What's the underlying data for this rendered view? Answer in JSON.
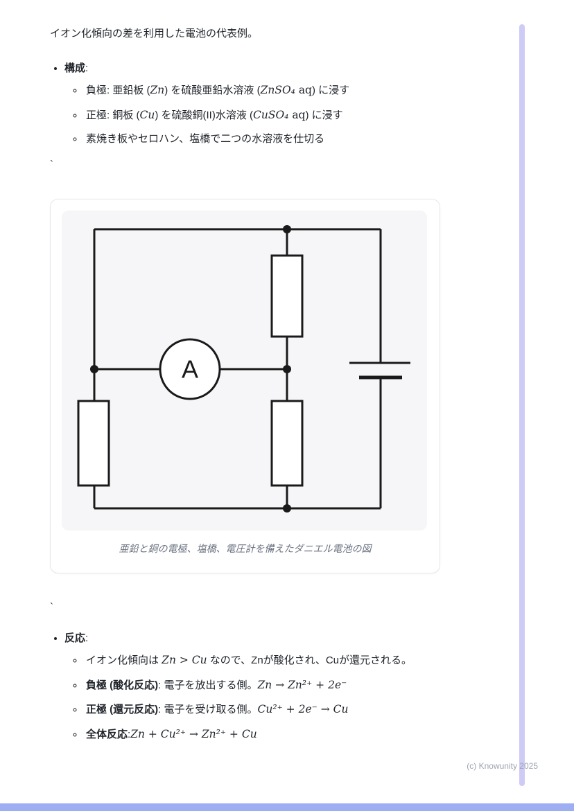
{
  "page": {
    "intro": "イオン化傾向の差を利用した電池の代表例。",
    "tick1": "`",
    "tick2": "`",
    "footer": "(c) Knowunity 2025"
  },
  "composition": {
    "heading": "構成",
    "heading_colon": ":",
    "items": {
      "negative": {
        "t1": "負極: 亜鉛板 (",
        "m1": "Zn",
        "t2": ") を硫酸亜鉛水溶液 (",
        "m2": "ZnSO₄",
        "r1": " aq",
        "t3": ") に浸す"
      },
      "positive": {
        "t1": "正極: 銅板 (",
        "m1": "Cu",
        "t2": ") を硫酸銅(II)水溶液 (",
        "m2": "CuSO₄",
        "r1": " aq",
        "t3": ") に浸す"
      },
      "separator": {
        "t1": "素焼き板やセロハン、塩橋で二つの水溶液を仕切る"
      }
    }
  },
  "figure": {
    "caption": "亜鉛と銅の電極、塩橋、電圧計を備えたダニエル電池の図",
    "ammeter_label": "A"
  },
  "reaction": {
    "heading": "反応",
    "heading_colon": ":",
    "items": {
      "tendency": {
        "t1": "イオン化傾向は ",
        "m1": "Zn > Cu",
        "t2": " なので、Znが酸化され、Cuが還元される。"
      },
      "anode": {
        "b1": "負極 (酸化反応)",
        "t1": ": 電子を放出する側。",
        "m1": "Zn → Zn²⁺ + 2e⁻"
      },
      "cathode": {
        "b1": "正極 (還元反応)",
        "t1": ": 電子を受け取る側。",
        "m1": "Cu²⁺ + 2e⁻ → Cu"
      },
      "overall": {
        "b1": "全体反応",
        "t1": ":",
        "m1": "Zn + Cu²⁺ → Zn²⁺ + Cu"
      }
    }
  },
  "colors": {
    "scrollbar_stripe": "#cecbf7",
    "bottom_bar": "#9daef2",
    "circuit_stroke": "#1a1a1a"
  }
}
